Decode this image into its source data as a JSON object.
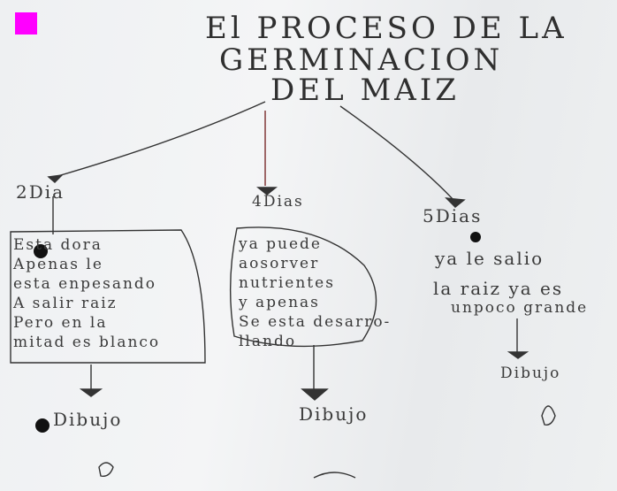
{
  "title": {
    "line1": "El PROCESO DE LA",
    "line2": "GERMINACION",
    "line3": "DEL MAIZ"
  },
  "stages": [
    {
      "day": "2Dia",
      "lines": [
        "Esta dora",
        "Apenas le",
        "esta enpesando",
        "A salir raiz",
        "Pero en la",
        "mitad es blanco"
      ],
      "drawing_label": "Dibujo"
    },
    {
      "day": "4Dias",
      "lines": [
        "ya puede",
        "aosorver",
        "nutrientes",
        "y apenas",
        "Se esta desarro-",
        "llando"
      ],
      "drawing_label": "Dibujo"
    },
    {
      "day": "5Dias",
      "lines": [
        "ya le salio",
        "la raiz ya es",
        "unpoco grande"
      ],
      "drawing_label": "Dibujo"
    }
  ]
}
